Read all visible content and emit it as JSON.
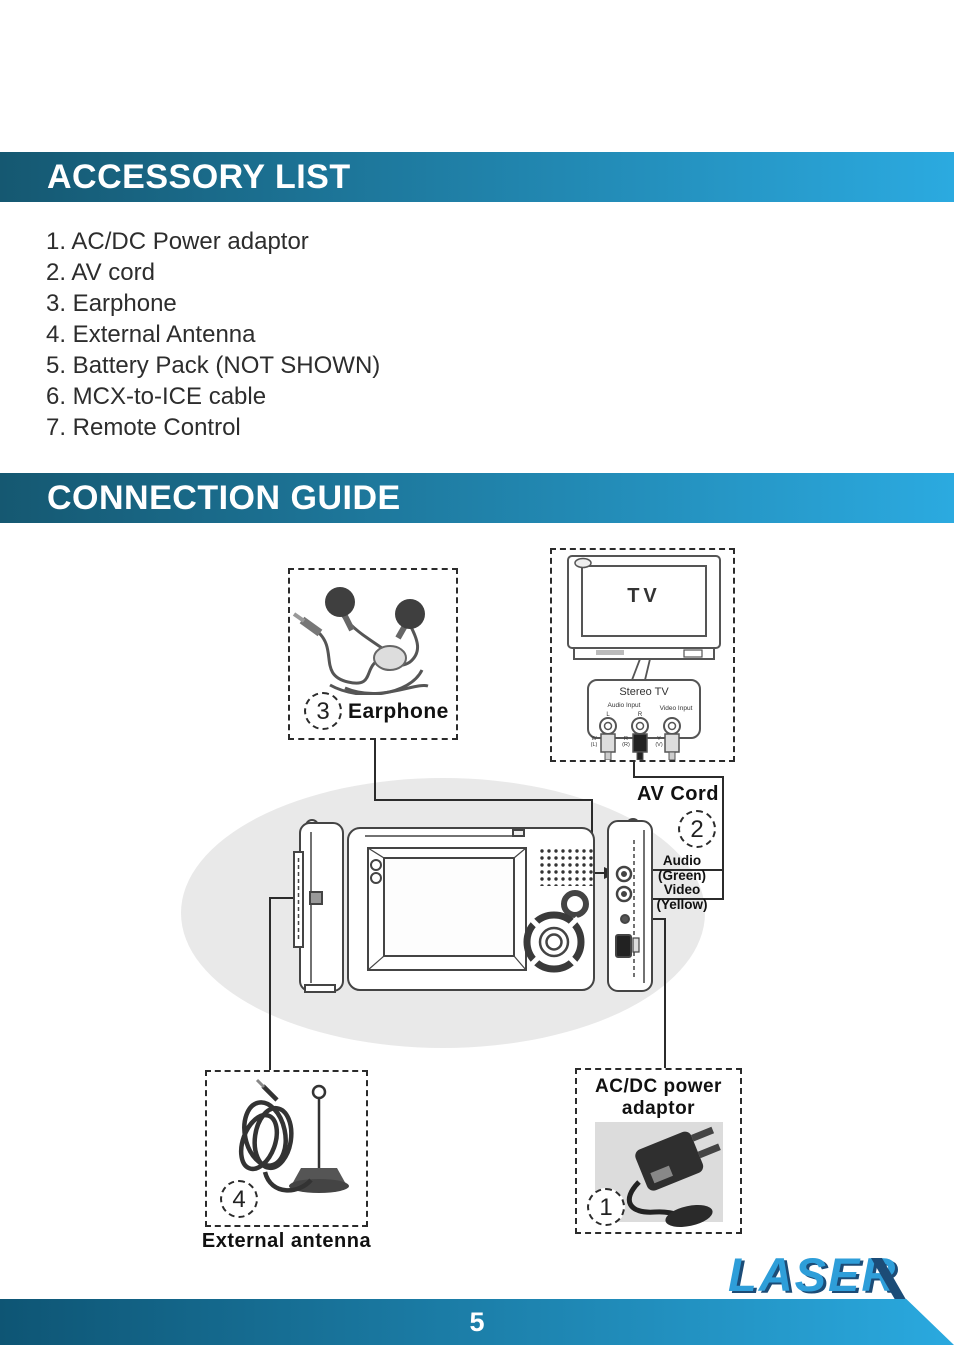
{
  "headers": {
    "accessory": "ACCESSORY LIST",
    "connection": "CONNECTION GUIDE"
  },
  "accessories": [
    "1. AC/DC Power adaptor",
    "2. AV cord",
    "3. Earphone",
    "4. External Antenna",
    "5. Battery Pack (NOT SHOWN)",
    "6. MCX-to-ICE cable",
    "7. Remote Control"
  ],
  "diagram": {
    "earphone": {
      "num": "3",
      "label": "Earphone"
    },
    "tv": {
      "screen_label": "TV",
      "panel_title": "Stereo TV",
      "audio_input": "Audio Input",
      "jack_l": "L",
      "jack_r": "R",
      "video_input": "Video Input",
      "rca": {
        "w": "W",
        "wl": "(L)",
        "r": "R",
        "rr": "(R)",
        "y": "Y",
        "yv": "(V)"
      }
    },
    "av_cord": {
      "num": "2",
      "label": "AV Cord"
    },
    "audio_label": "Audio",
    "audio_color": "(Green)",
    "video_label": "Video",
    "video_color": "(Yellow)",
    "antenna": {
      "num": "4",
      "label": "External antenna"
    },
    "adaptor": {
      "num": "1",
      "title_line1": "AC/DC power",
      "title_line2": "adaptor"
    }
  },
  "footer": {
    "page_number": "5",
    "brand": "LASER"
  },
  "colors": {
    "header_gradient_start": "#155871",
    "header_gradient_end": "#2BAAE0",
    "footer_gradient_start": "#0E5574",
    "footer_gradient_end": "#2AA9DF",
    "logo_blue": "#2E9ED9",
    "logo_shadow": "#1C4C77"
  }
}
